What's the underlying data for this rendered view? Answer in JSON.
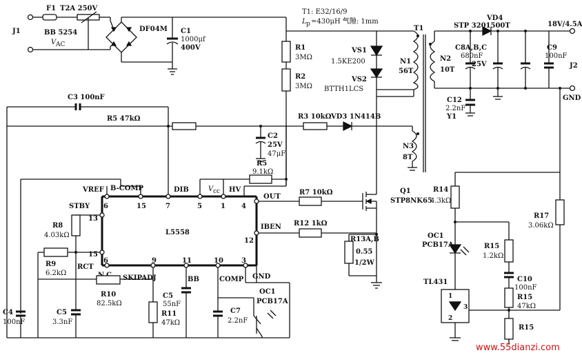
{
  "labels": {
    "f1": "F1",
    "f1_rating": "T2A 250V",
    "j1": "J1",
    "bb5254": "BB 5254",
    "vac": "V",
    "vac_sub": "AC",
    "df04m": "DF04M",
    "c1": "C1",
    "c1_val": "1000μf",
    "c1_v": "400V",
    "t1_spec": "T1: E32/16/9",
    "lp_spec": "L",
    "lp_sub": "p",
    "lp_val": "=430μH 气隙: 1mm",
    "t1": "T1",
    "r1": "R1",
    "r1_val": "3MΩ",
    "r2": "R2",
    "r2_val": "3MΩ",
    "vs1": "VS1",
    "vs1_part": "1.5KE200",
    "vs2": "VS2",
    "vs2_part": "BTTH1LCS",
    "n1": "N1",
    "n1_t": "56T",
    "n2": "N2",
    "n2_t": "10T",
    "vd4": "VD4",
    "vd4_part": "STP 3201500T",
    "out_v": "18V/4.5A",
    "j2": "J2",
    "gnd": "GND",
    "c8": "C8A,B,C",
    "c8_val": "680nF",
    "c8_v": "25V",
    "c9": "C9",
    "c9_val": "100nF",
    "c12": "C12",
    "c12_val": "2.2nF",
    "y1": "Y1",
    "c3": "C3 100nF",
    "r5top": "R5 47kΩ",
    "r3": "R3 10kΩ",
    "vd3": "VD3 1N414B",
    "c2": "C2",
    "c2_v": "25V",
    "c2_val": "47μF",
    "n3": "N3",
    "n3_t": "8T",
    "r5": "R5",
    "r5_val": "9.1kΩ",
    "vref": "VREF",
    "bcomp": "B-COMP",
    "dib": "DIB",
    "vcc": "V",
    "vcc_sub": "cc",
    "hv": "HV",
    "out": "OUT",
    "r7": "R7 10kΩ",
    "q1": "Q1",
    "q1_part": "STP8NK65",
    "stby": "STBY",
    "r8": "R8",
    "r8_val": "4.03kΩ",
    "ic": "L5558",
    "iben": "IBEN",
    "r12": "R12 1kΩ",
    "r13": "R13A,B",
    "r13_val": "0.55",
    "r13_w": "1/2W",
    "r9": "R9",
    "r9_val": "6.2kΩ",
    "rct": "RCT",
    "nc": "N.C",
    "skipadj": "SKIPADJ",
    "bb": "BB",
    "comp": "COMP",
    "gnd_pin": "GND",
    "r10": "R10",
    "r10_val": "82.5kΩ",
    "c4": "C4",
    "c4_val": "100nF",
    "c5": "C5",
    "c5_val": "3.3nF",
    "c6": "C5",
    "c6_val": "55nF",
    "r11": "R11",
    "r11_val": "47kΩ",
    "c7": "C7",
    "c7_val": "2.2nF",
    "oc1b": "OC1",
    "oc1b_part": "PCB17A",
    "r14": "R14",
    "r14_val": "4.3kΩ",
    "r17": "R17",
    "r17_val": "3.06kΩ",
    "oc1": "OC1",
    "oc1_part": "PCB17A",
    "r15a": "R15",
    "r15a_val": "1.2kΩ",
    "c10": "C10",
    "c10_val": "100nF",
    "r15b": "R15",
    "r15b_val": "47kΩ",
    "r15c": "R15",
    "tl431": "TL431",
    "p1": "1",
    "p2": "2",
    "p3": "3",
    "pin6a": "6",
    "pin15a": "15",
    "pin7": "7",
    "pin5": "5",
    "pin1": "1",
    "pin4": "4",
    "pin13": "13",
    "pin15b": "15",
    "pin12": "12",
    "pin6b": "6",
    "pin9": "9",
    "pin11": "11",
    "pin10": "10",
    "pin3": "3",
    "watermark": "www.55dianzi.com"
  }
}
